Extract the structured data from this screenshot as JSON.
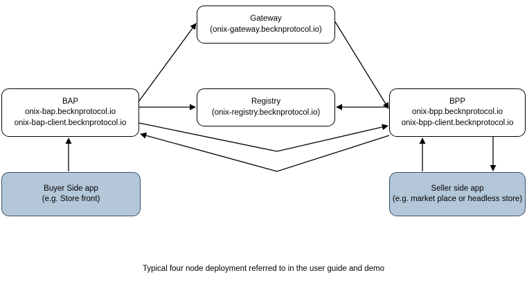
{
  "diagram": {
    "caption": "Typical four node deployment referred to in the user guide and demo",
    "colors": {
      "node_fill": "#ffffff",
      "node_stroke": "#000000",
      "shaded_fill": "#b4c7d9",
      "shaded_stroke": "#37506a",
      "edge_stroke": "#000000",
      "text": "#000000",
      "background": "#ffffff"
    },
    "nodes": {
      "gateway": {
        "title": "Gateway",
        "subtitle": "(onix-gateway.becknprotocol.io)"
      },
      "bap": {
        "title": "BAP",
        "host": "onix-bap.becknprotocol.io",
        "client_host": "onix-bap-client.becknprotocol.io"
      },
      "registry": {
        "title": "Registry",
        "subtitle": "(onix-registry.becknprotocol.io)"
      },
      "bpp": {
        "title": "BPP",
        "host": "onix-bpp.becknprotocol.io",
        "client_host": "onix-bpp-client.becknprotocol.io"
      },
      "buyer_app": {
        "title": "Buyer Side app",
        "subtitle": "(e.g. Store front)"
      },
      "seller_app": {
        "title": "Seller side app",
        "subtitle": "(e.g. market place or headless store)"
      }
    },
    "edges": [
      {
        "id": "bap-to-gateway",
        "from": "bap",
        "to": "gateway",
        "label": ""
      },
      {
        "id": "gateway-to-bpp",
        "from": "gateway",
        "to": "bpp",
        "label": ""
      },
      {
        "id": "bap-to-registry",
        "from": "bap",
        "to": "registry",
        "label": ""
      },
      {
        "id": "bpp-to-registry",
        "from": "bpp",
        "to": "registry",
        "label": ""
      },
      {
        "id": "bap-to-bpp",
        "from": "bap",
        "to": "bpp",
        "label": ""
      },
      {
        "id": "bpp-to-bap",
        "from": "bpp",
        "to": "bap",
        "label": ""
      },
      {
        "id": "buyer-to-bap",
        "from": "buyer_app",
        "to": "bap",
        "label": ""
      },
      {
        "id": "seller-to-bpp",
        "from": "seller_app",
        "to": "bpp",
        "label": ""
      },
      {
        "id": "bpp-to-seller",
        "from": "bpp",
        "to": "seller_app",
        "label": ""
      }
    ]
  }
}
